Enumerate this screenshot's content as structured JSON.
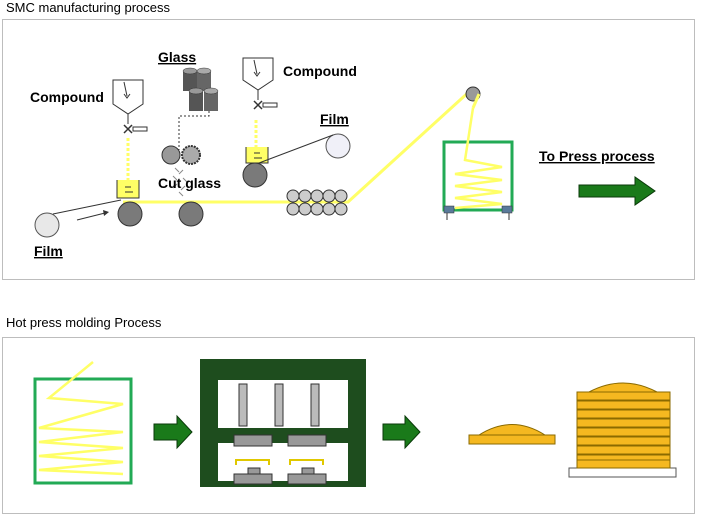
{
  "smc": {
    "title": "SMC manufacturing process",
    "labels": {
      "compound_left": "Compound",
      "compound_right": "Compound",
      "glass": "Glass",
      "cut_glass": "Cut glass",
      "film_top": "Film",
      "film_bottom": "Film",
      "to_press": "To Press process"
    }
  },
  "hot_press": {
    "title": "Hot press molding Process"
  },
  "colors": {
    "resin_yellow": "#ffff66",
    "box_green": "#22aa55",
    "arrow_green": "#1a7a1a",
    "press_dark_green": "#1e4d1e",
    "product_orange": "#f5b820"
  }
}
